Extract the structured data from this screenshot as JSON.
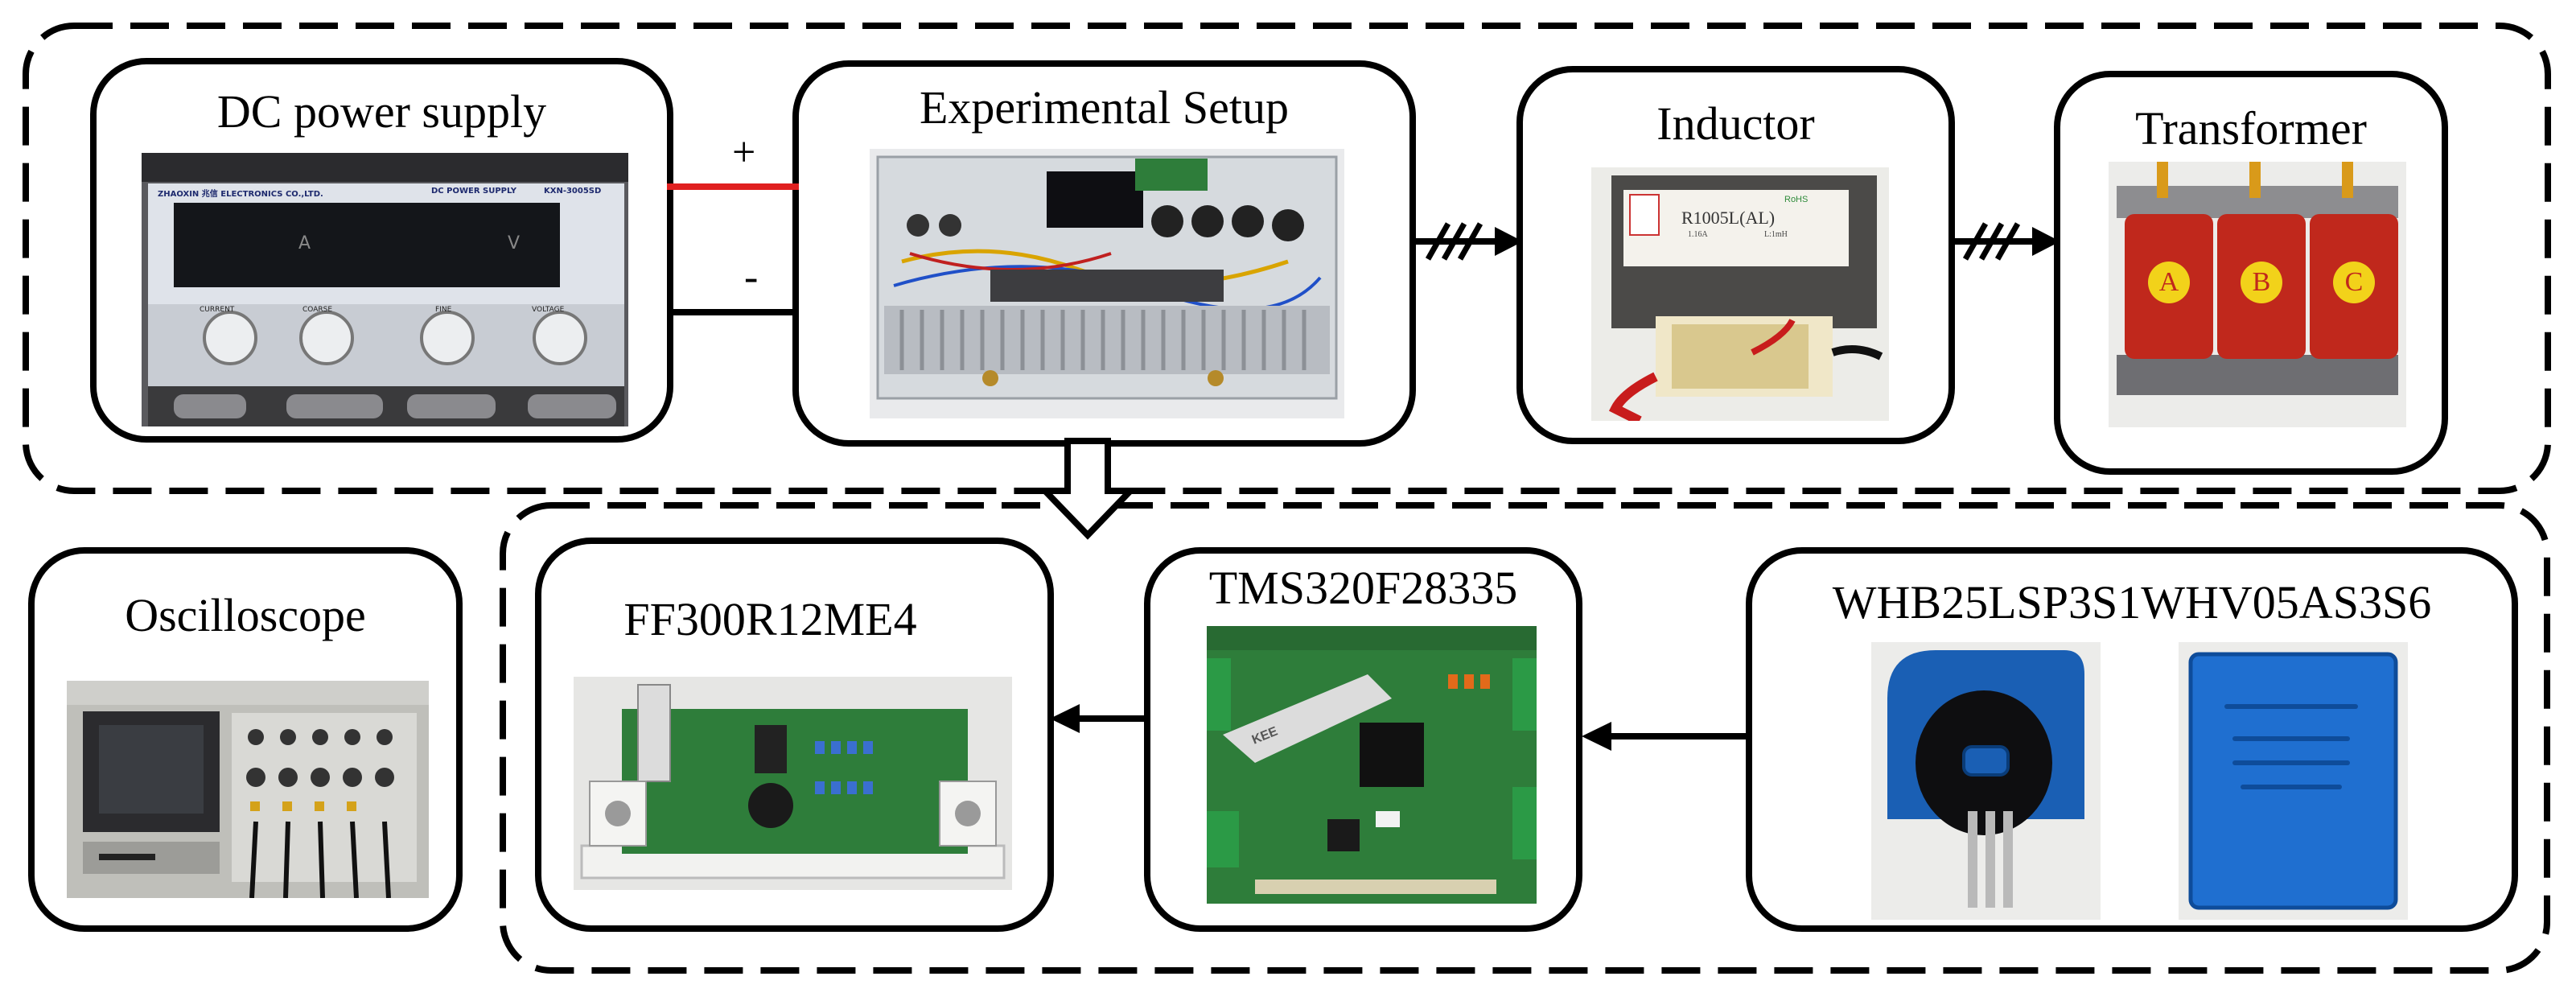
{
  "blocks": {
    "dc_power_supply": {
      "label": "DC power supply",
      "panel_text": {
        "brand": "ZHAOXIN 兆信 ELECTRONICS CO.,LTD.",
        "title": "DC POWER SUPPLY",
        "model": "KXN-3005SD",
        "amp_unit": "A",
        "volt_unit": "V",
        "knob_current": "CURRENT",
        "knob_coarse": "COARSE",
        "knob_fine": "FINE",
        "knob_voltage": "VOLTAGE"
      }
    },
    "experimental_setup": {
      "label": "Experimental Setup"
    },
    "inductor": {
      "label": "Inductor",
      "nameplate": {
        "model": "R1005L(AL)",
        "rating_left": "1.16A",
        "rating_right": "L:1mH",
        "mark": "RoHS"
      }
    },
    "transformer": {
      "label": "Transformer",
      "phases": [
        "A",
        "B",
        "C"
      ]
    },
    "oscilloscope": {
      "label": "Oscilloscope"
    },
    "igbt_module": {
      "label": "FF300R12ME4"
    },
    "dsp_board": {
      "label": "TMS320F28335",
      "ribbon_text": "KEE"
    },
    "sensors": {
      "label": "WHB25LSP3S1WHV05AS3S6"
    }
  },
  "connections": {
    "plus_sign": "+",
    "minus_sign": "-"
  },
  "colors": {
    "positive_wire": "#e02020",
    "negative_wire": "#000000",
    "sensor_blue": "#1a5fb4",
    "coil_red": "#c0281c",
    "pcb_green": "#2e7d3a"
  }
}
